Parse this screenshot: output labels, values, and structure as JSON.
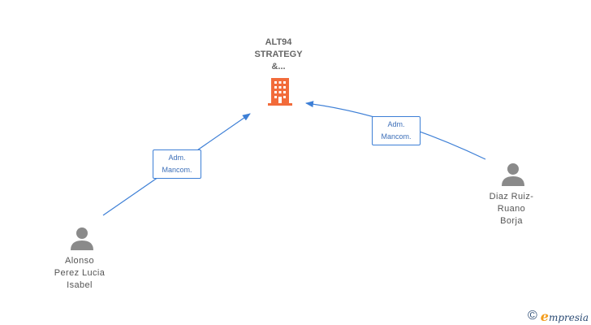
{
  "company": {
    "name_lines": [
      "ALT94",
      "STRATEGY",
      "&..."
    ],
    "icon": "building-icon",
    "color": "#f26b3a"
  },
  "people": [
    {
      "name_lines": [
        "Alonso",
        "Perez Lucia",
        "Isabel"
      ],
      "icon": "person-icon"
    },
    {
      "name_lines": [
        "Diaz Ruiz-",
        "Ruano",
        "Borja"
      ],
      "icon": "person-icon"
    }
  ],
  "relations": [
    {
      "from_person": 0,
      "role_lines": [
        "Adm.",
        "Mancom."
      ]
    },
    {
      "from_person": 1,
      "role_lines": [
        "Adm.",
        "Mancom."
      ]
    }
  ],
  "brand": {
    "copyright_symbol": "©",
    "initial": "e",
    "rest": "mpresia"
  },
  "colors": {
    "edge": "#3d7fd6",
    "person": "#8a8a8a",
    "label_text": "#555555"
  }
}
